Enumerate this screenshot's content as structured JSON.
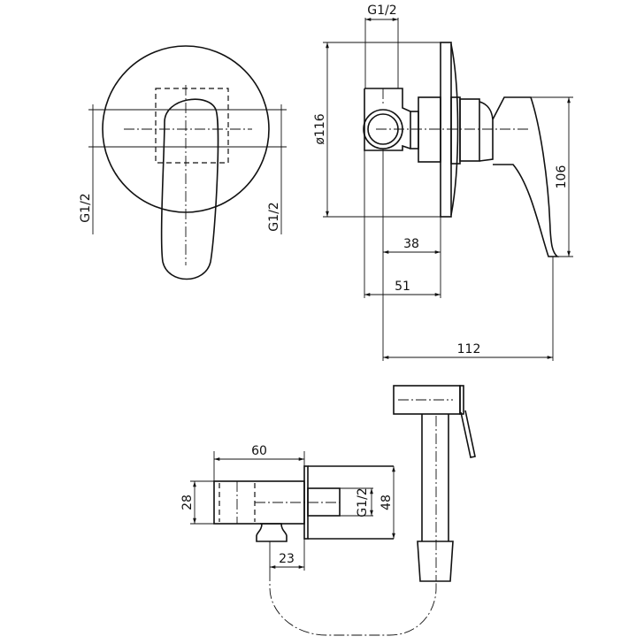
{
  "diagram": {
    "front_view": {
      "thread_left": "G1/2",
      "thread_right": "G1/2"
    },
    "side_view": {
      "thread_top": "G1/2",
      "diameter": "ø116",
      "height": "106",
      "dim_38": "38",
      "dim_51": "51",
      "dim_112": "112"
    },
    "bidet_set": {
      "width": "60",
      "height_body": "28",
      "thread": "G1/2",
      "height_flange": "48",
      "offset": "23"
    }
  }
}
